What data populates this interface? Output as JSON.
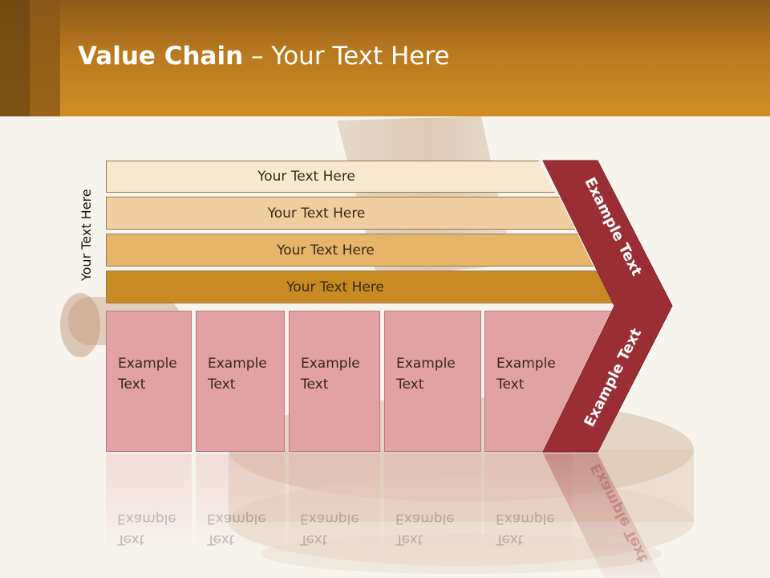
{
  "title": {
    "bold": "Value Chain",
    "rest": " – Your Text Here"
  },
  "side_label": "Your Text Here",
  "bars": [
    {
      "label": "Your Text Here",
      "color": "#f8e8d0"
    },
    {
      "label": "Your Text Here",
      "color": "#efcfa0"
    },
    {
      "label": "Your Text Here",
      "color": "#e6b56a"
    },
    {
      "label": "Your Text Here",
      "color": "#c88a22"
    }
  ],
  "boxes": [
    {
      "line1": "Example",
      "line2": "Text"
    },
    {
      "line1": "Example",
      "line2": "Text"
    },
    {
      "line1": "Example",
      "line2": "Text"
    },
    {
      "line1": "Example",
      "line2": "Text"
    },
    {
      "line1": "Example",
      "line2": "Text"
    }
  ],
  "chevron": {
    "upper": "Example Text",
    "lower": "Example Text",
    "color": "#9b2e34"
  },
  "colors": {
    "header": "#c8861f",
    "box": "#e2a2a3",
    "background": "#f7f4ee"
  }
}
